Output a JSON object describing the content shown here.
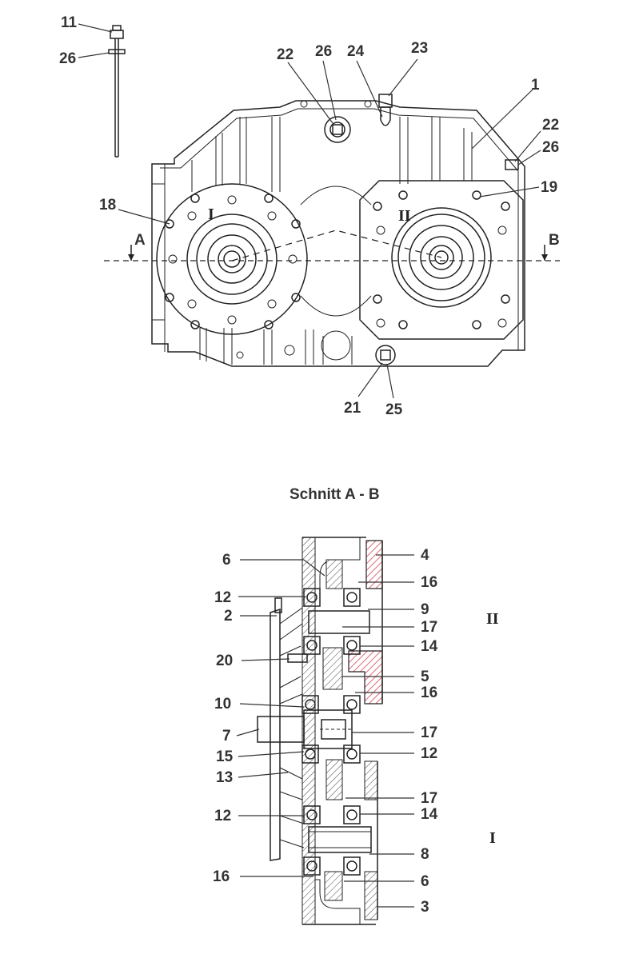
{
  "top_view": {
    "part_labels": [
      "11",
      "26",
      "22",
      "26",
      "24",
      "23",
      "1",
      "22",
      "26",
      "19",
      "18",
      "21",
      "25"
    ],
    "shaft_labels": [
      "I",
      "II"
    ],
    "section_marks": [
      "A",
      "B"
    ]
  },
  "section_view": {
    "title": "Schnitt A - B",
    "part_labels_left": [
      "6",
      "12",
      "2",
      "20",
      "10",
      "7",
      "15",
      "13",
      "12",
      "16"
    ],
    "part_labels_right": [
      "4",
      "16",
      "9",
      "17",
      "14",
      "5",
      "16",
      "17",
      "12",
      "17",
      "14",
      "8",
      "6",
      "3"
    ],
    "shaft_labels": [
      "II",
      "I"
    ]
  },
  "colors": {
    "line": "#222222",
    "highlight": "#d6455a",
    "label": "#333333"
  }
}
